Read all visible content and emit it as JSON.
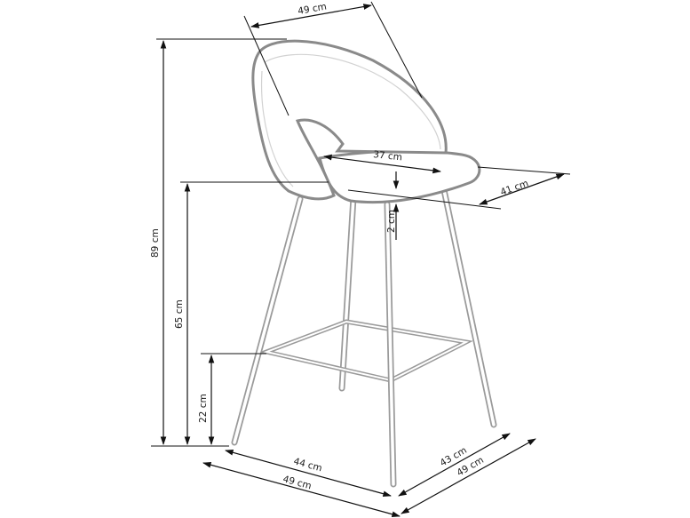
{
  "diagram": {
    "subject": "bar stool",
    "unit": "cm",
    "dimensions": {
      "back_width": "49 cm",
      "seat_width": "37 cm",
      "seat_depth": "41 cm",
      "seat_thickness": "2 cm",
      "total_height": "89 cm",
      "seat_height": "65 cm",
      "footrest_height": "22 cm",
      "base_front_inner": "44 cm",
      "base_front_outer": "49 cm",
      "base_side_inner": "43 cm",
      "base_side_outer": "49 cm"
    },
    "colors": {
      "line": "#111111",
      "chair_outline": "#8a8a8a",
      "background": "#ffffff"
    }
  }
}
